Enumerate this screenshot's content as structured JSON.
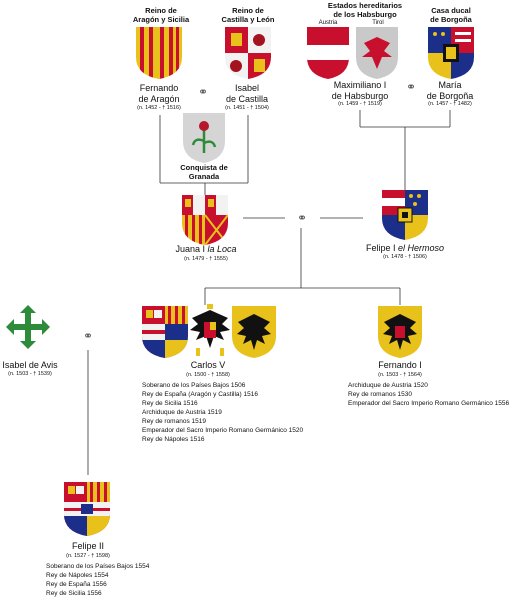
{
  "headers": {
    "aragon": "Reino de\nAragón y Sicilia",
    "castilla": "Reino de\nCastilla y León",
    "habsburg": "Estados hereditarios\nde los Habsburgo",
    "austria": "Austria",
    "tirol": "Tirol",
    "borgona": "Casa ducal\nde Borgoña"
  },
  "people": {
    "fernando": {
      "name": "Fernando\nde Aragón",
      "dates": "(n. 1452 - † 1516)"
    },
    "isabel_c": {
      "name": "Isabel\nde Castilla",
      "dates": "(n. 1451 - † 1504)"
    },
    "maximiliano": {
      "name": "Maximiliano I\nde Habsburgo",
      "dates": "(n. 1459 - † 1519)"
    },
    "maria": {
      "name": "María\nde Borgoña",
      "dates": "(n. 1457 - † 1482)"
    },
    "granada": {
      "name": "Conquista de\nGranada"
    },
    "juana": {
      "name_pre": "Juana I ",
      "name_em": "la Loca",
      "dates": "(n. 1479 - † 1555)"
    },
    "felipe1": {
      "name_pre": "Felipe I ",
      "name_em": "el Hermoso",
      "dates": "(n. 1478 - † 1506)"
    },
    "isabel_a": {
      "name": "Isabel de Avis",
      "dates": "(n. 1503 - † 1539)"
    },
    "carlos": {
      "name": "Carlos V",
      "dates": "(n. 1500 - † 1558)",
      "titles": [
        "Soberano de los Países Bajos 1506",
        "Rey de España (Aragón y Castilla) 1516",
        "Rey de Sicilia 1516",
        "Archiduque de Austria 1519",
        "Rey de romanos 1519",
        "Emperador del Sacro Imperio Romano Germánico 1520",
        "Rey de Nápoles 1516"
      ]
    },
    "fernando1": {
      "name": "Fernando I",
      "dates": "(n. 1503 - † 1564)",
      "titles": [
        "Archiduque de Austria 1520",
        "Rey de romanos 1530",
        "Emperador del Sacro Imperio Romano Germánico 1556"
      ]
    },
    "felipe2": {
      "name": "Felipe II",
      "dates": "(n. 1527 - † 1598)",
      "titles": [
        "Soberano de los Países Bajos 1554",
        "Rey de Nápoles 1554",
        "Rey de España 1556",
        "Rey de Sicilia 1556"
      ]
    }
  },
  "marriage_symbol": "⚭",
  "colors": {
    "line": "#333333",
    "red": "#c8102e",
    "gold": "#e8c21a",
    "grey": "#c9c9c9",
    "blue": "#1b2f8a"
  }
}
